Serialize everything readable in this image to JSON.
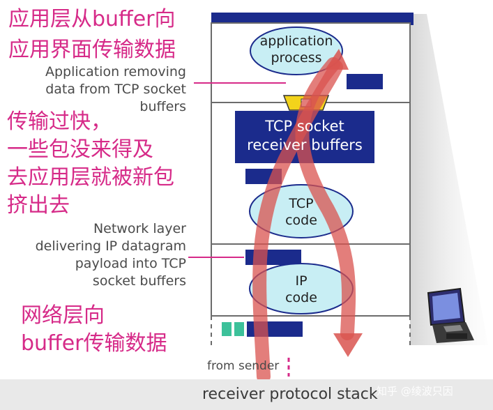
{
  "labels": {
    "app_process": "application process",
    "app_process_line1": "application",
    "app_process_line2": "process",
    "tcp_buffers_line1": "TCP socket",
    "tcp_buffers_line2": "receiver buffers",
    "tcp_code_line1": "TCP",
    "tcp_code_line2": "code",
    "ip_code_line1": "IP",
    "ip_code_line2": "code",
    "from_sender": "from sender",
    "stack_caption": "receiver protocol stack",
    "app_removing": [
      "Application removing",
      "data from TCP socket",
      "buffers"
    ],
    "network_delivering": [
      "Network layer",
      "delivering IP datagram",
      "payload into TCP",
      "socket buffers"
    ]
  },
  "annotations_cn": {
    "top": [
      "应用层从buffer向",
      "应用界面传输数据"
    ],
    "middle": [
      "传输过快，",
      "一些包没来得及",
      "去应用层就被新包",
      "挤出去"
    ],
    "bottom": [
      "网络层向",
      "buffer传输数据"
    ]
  },
  "watermark": "知乎 @绫波只因",
  "colors": {
    "annotation_magenta": "#d62a88",
    "tcp_buffer_blue": "#1b2b8c",
    "ellipse_fill": "#c8eef4",
    "arrow_red": "#d9534f",
    "packet_teal": "#3cc19a",
    "yellow_socket": "#f3d31b"
  }
}
